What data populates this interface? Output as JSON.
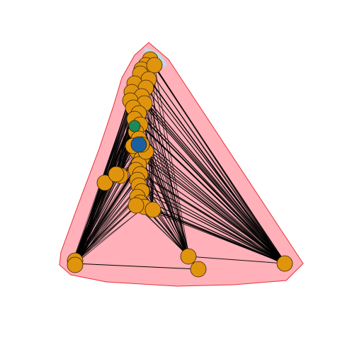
{
  "colors": {
    "background": "#ffffff",
    "hull_fill": "#ffb0b8",
    "hull_stroke": "#e8303a",
    "hull_top_tint": "#b8e0e6",
    "edge": "#000000",
    "node_fill": "#e0940e",
    "node_stroke": "#3a2400",
    "highlight_node": "#1a5fa0",
    "green_node": "#1a8a5a"
  },
  "graph": {
    "node_count_visible": "many",
    "highlight_nodes": [
      {
        "color_key": "highlight_node"
      },
      {
        "color_key": "green_node"
      }
    ]
  }
}
